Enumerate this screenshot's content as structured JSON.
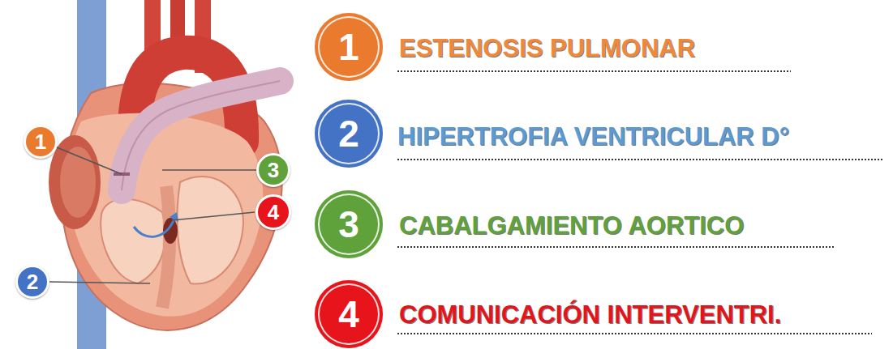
{
  "diagram": {
    "nodes": [
      {
        "text": [
          "1"
        ]
      },
      {
        "text": [
          "3"
        ]
      },
      {
        "text": [
          "4"
        ]
      },
      {
        "text": [
          "2"
        ]
      },
      {
        "text": [
          "1"
        ]
      },
      {
        "text": [
          "2"
        ]
      },
      {
        "text": [
          "3"
        ]
      },
      {
        "text": [
          "4"
        ]
      }
    ],
    "labels": [
      "ESTENOSIS PULMONAR",
      "HIPERTROFIA VENTRICULAR D°",
      "CABALGAMIENTO AORTICO",
      "COMUNICACIÓN INTERVENTRI."
    ]
  }
}
